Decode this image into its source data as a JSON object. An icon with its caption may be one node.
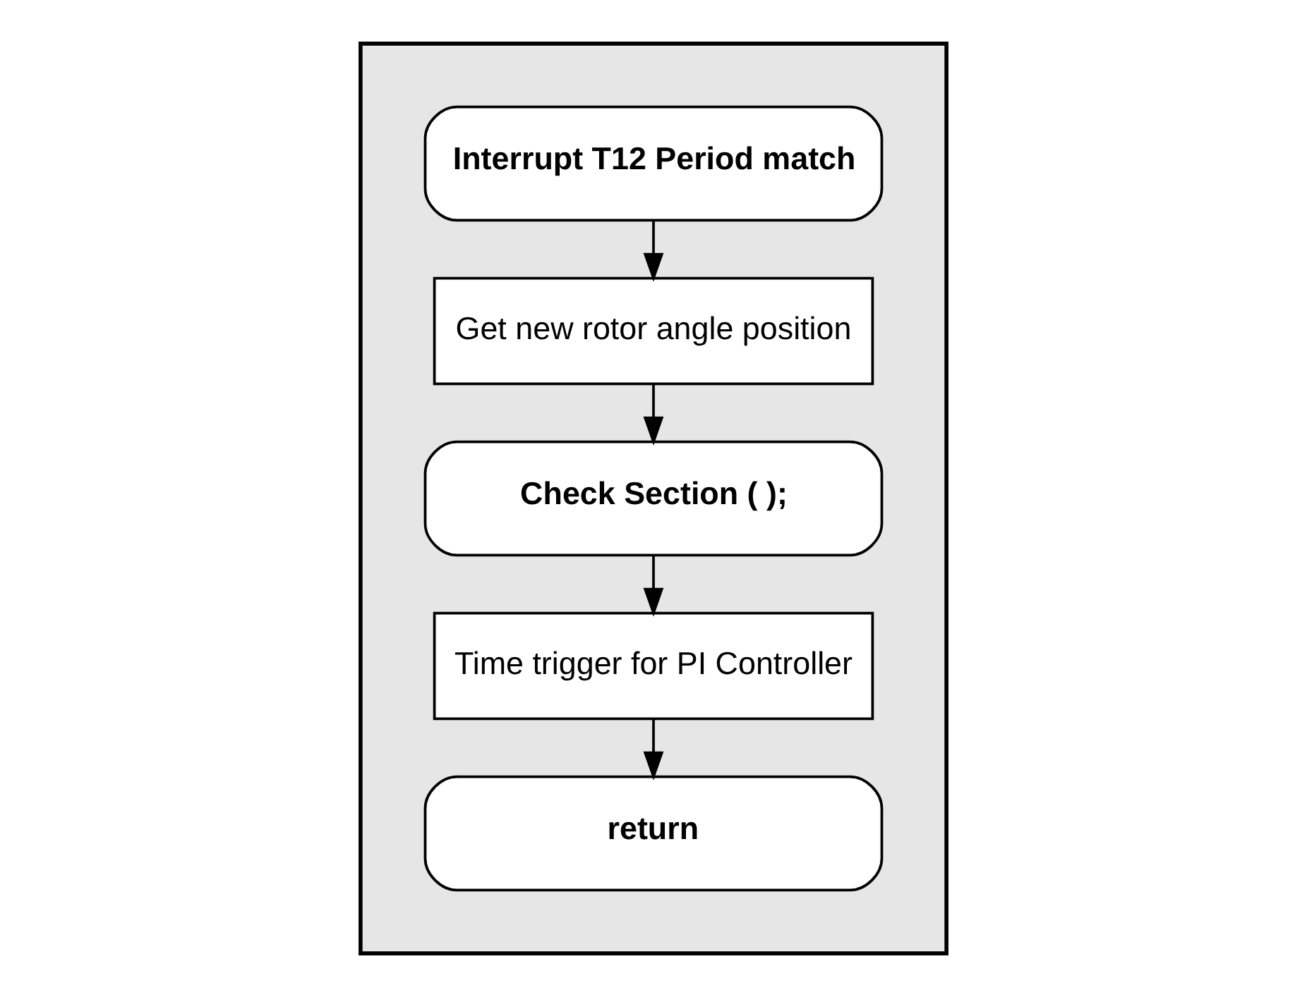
{
  "diagram": {
    "nodes": [
      {
        "text": [],
        "shape": "box"
      },
      {
        "text": [
          "Interrupt T12 Period match"
        ],
        "in": 0
      },
      {
        "text": [
          "Get new rotor angle position"
        ],
        "in": 0
      },
      {
        "text": [
          "Check Section ( );"
        ],
        "in": 0
      },
      {
        "text": [
          "Time trigger for PI Controller"
        ],
        "in": 0
      },
      {
        "text": [
          "return"
        ],
        "in": 0
      }
    ],
    "edges": [
      {
        "from": 1,
        "to": 2,
        "arrow": "to"
      },
      {
        "from": 2,
        "to": 3,
        "arrow": "to"
      },
      {
        "from": 3,
        "to": 4,
        "arrow": "to"
      },
      {
        "from": 4,
        "to": 5,
        "arrow": "to"
      }
    ]
  }
}
